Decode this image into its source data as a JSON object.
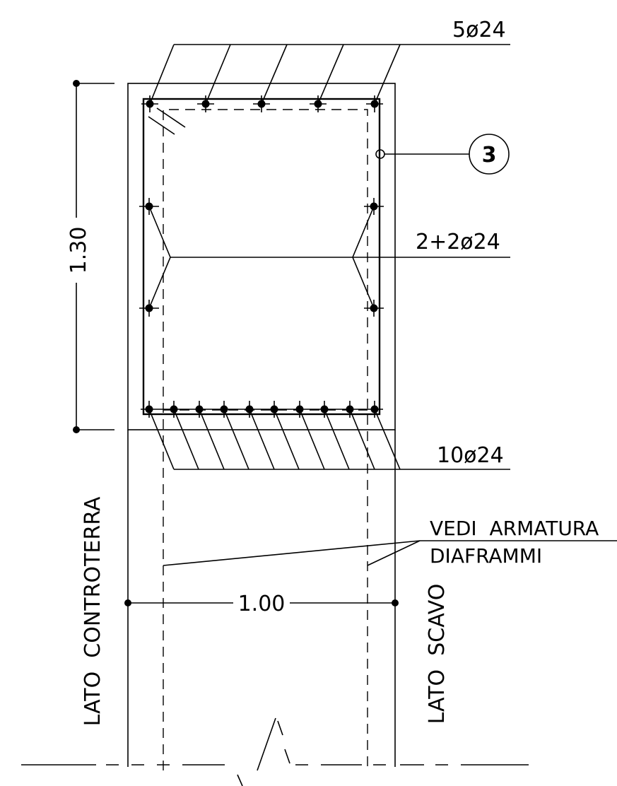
{
  "labels": {
    "top_bars": "5ø24",
    "side_bars": "2+2ø24",
    "bottom_bars": "10ø24",
    "mark": "3",
    "note_line1": "VEDI  ARMATURA",
    "note_line2": "DIAFRAMMI",
    "height_dim": "1.30",
    "width_dim": "1.00",
    "side_left": "LATO  CONTROTERRA",
    "side_right": "LATO  SCAVO"
  }
}
